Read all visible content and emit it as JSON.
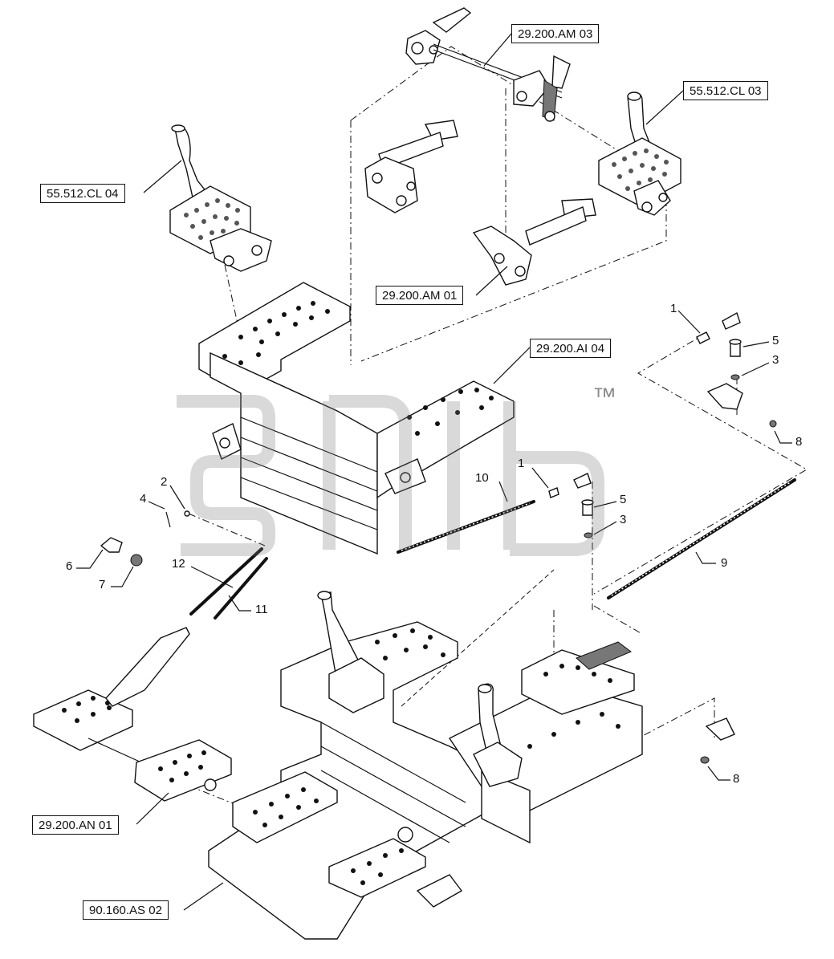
{
  "references": [
    {
      "id": "ref-29200am03",
      "text": "29.200.AM 03"
    },
    {
      "id": "ref-55512cl03",
      "text": "55.512.CL 03"
    },
    {
      "id": "ref-55512cl04",
      "text": "55.512.CL 04"
    },
    {
      "id": "ref-29200am01",
      "text": "29.200.AM 01"
    },
    {
      "id": "ref-29200ai04",
      "text": "29.200.AI 04"
    },
    {
      "id": "ref-29200an01",
      "text": "29.200.AN 01"
    },
    {
      "id": "ref-90160as02",
      "text": "90.160.AS 02"
    }
  ],
  "callouts": {
    "c1a": "1",
    "c5a": "5",
    "c3a": "3",
    "c8a": "8",
    "c1b": "1",
    "c10": "10",
    "c5b": "5",
    "c3b": "3",
    "c9": "9",
    "c2": "2",
    "c4": "4",
    "c6": "6",
    "c7": "7",
    "c12": "12",
    "c11": "11",
    "c8b": "8"
  },
  "watermark": {
    "trademark": "™"
  },
  "colors": {
    "line": "#111111",
    "watermark": "#8a8a8a",
    "background": "#ffffff"
  }
}
